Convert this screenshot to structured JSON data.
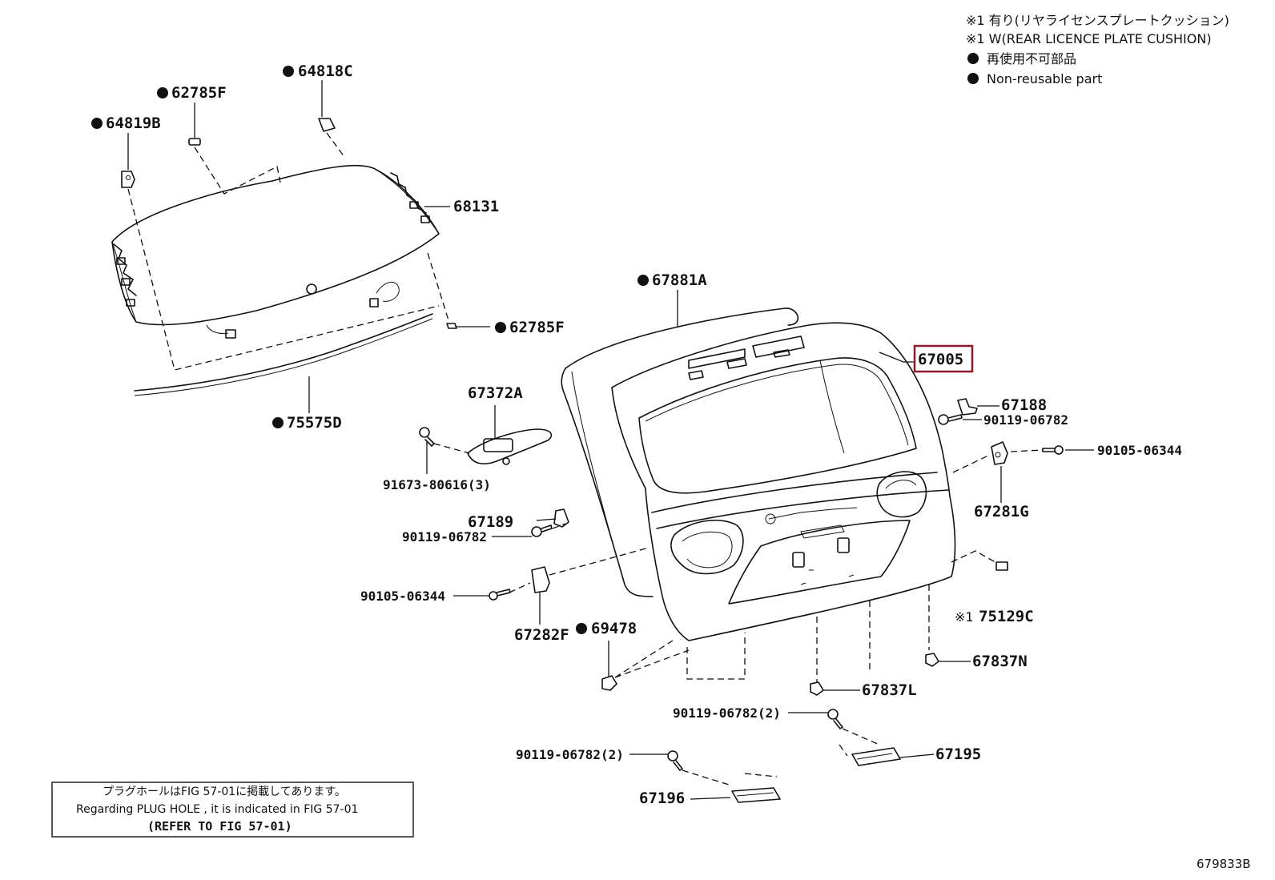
{
  "legend": {
    "line1": "※1 有り(リヤライセンスプレートクッション)",
    "line2": "※1 W(REAR LICENCE PLATE CUSHION)",
    "line3": "再使用不可部品",
    "line4": "Non-reusable part"
  },
  "note": {
    "jp": "プラグホールはFIG 57-01に掲載してあります。",
    "en": "Regarding PLUG HOLE , it is indicated in FIG 57-01",
    "ref": "(REFER TO FIG 57-01)"
  },
  "figure_number": "679833B",
  "highlight_color": "#8b1a2b",
  "parts": {
    "p64818C": "64818C",
    "p62785F_top": "62785F",
    "p64819B": "64819B",
    "p68131": "68131",
    "p67881A": "67881A",
    "p62785F_mid": "62785F",
    "p67005": "67005",
    "p75575D": "75575D",
    "p67372A": "67372A",
    "p67188": "67188",
    "p90119_06782_r": "90119-06782",
    "p90105_06344_r": "90105-06344",
    "p91673": "91673-80616(3)",
    "p67281G": "67281G",
    "p67189": "67189",
    "p90119_06782_l": "90119-06782",
    "p90105_06344_l": "90105-06344",
    "p75129C_mark": "※1",
    "p75129C": "75129C",
    "p67282F": "67282F",
    "p69478": "69478",
    "p67837N": "67837N",
    "p67837L": "67837L",
    "p90119_06782_2a": "90119-06782(2)",
    "p67195": "67195",
    "p90119_06782_2b": "90119-06782(2)",
    "p67196": "67196"
  }
}
